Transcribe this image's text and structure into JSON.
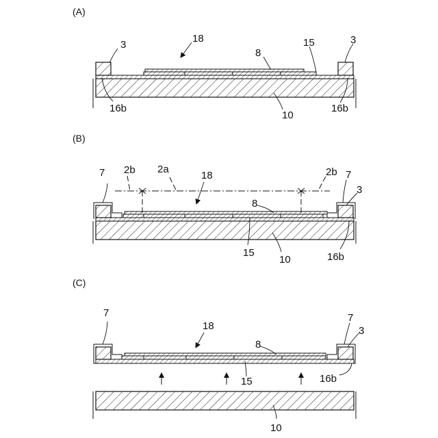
{
  "panels": {
    "a": {
      "label": "(A)",
      "refs": {
        "r3_left": "3",
        "r3_right": "3",
        "r18": "18",
        "r8": "8",
        "r15": "15",
        "r10": "10",
        "r16b_left": "16b",
        "r16b_right": "16b"
      }
    },
    "b": {
      "label": "(B)",
      "refs": {
        "r7_left": "7",
        "r2b_left": "2b",
        "r2a": "2a",
        "r18": "18",
        "r2b_right": "2b",
        "r7_right": "7",
        "r3": "3",
        "r8": "8",
        "r15": "15",
        "r10": "10",
        "r16b": "16b"
      }
    },
    "c": {
      "label": "(C)",
      "refs": {
        "r7_left": "7",
        "r18": "18",
        "r7_right": "7",
        "r3": "3",
        "r8": "8",
        "r16b": "16b",
        "r15": "15",
        "r10": "10"
      }
    }
  }
}
